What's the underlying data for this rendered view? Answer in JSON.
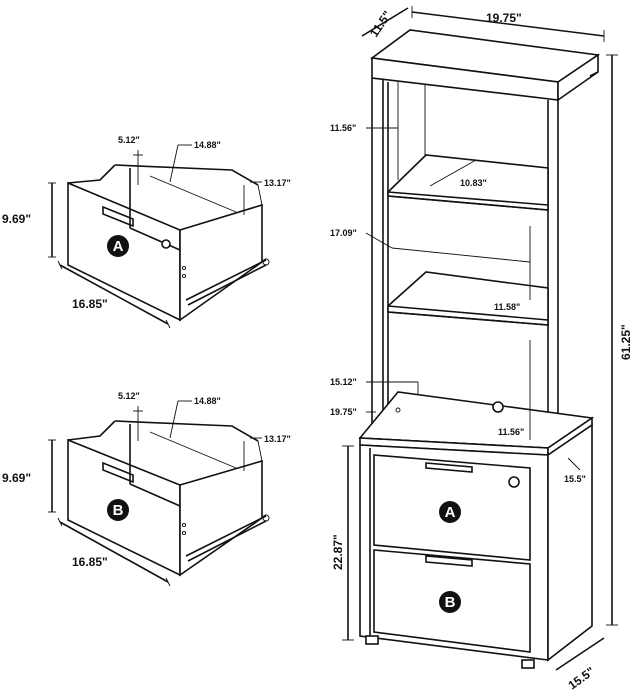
{
  "drawer_a": {
    "badge": "A",
    "height": "9.69\"",
    "width": "16.85\"",
    "inner_depth": "5.12\"",
    "inner_width": "14.88\"",
    "inner_length": "13.17\""
  },
  "drawer_b": {
    "badge": "B",
    "height": "9.69\"",
    "width": "16.85\"",
    "inner_depth": "5.12\"",
    "inner_width": "14.88\"",
    "inner_length": "13.17\""
  },
  "cabinet": {
    "top_depth": "11.5\"",
    "top_width": "19.75\"",
    "total_height": "61.25\"",
    "shelf1_height": "11.56\"",
    "shelf_depth": "10.83\"",
    "shelf_width": "17.09\"",
    "shelf2_height": "11.58\"",
    "shelf3_width": "15.12\"",
    "desk_width": "19.75\"",
    "shelf3_height": "11.56\"",
    "base_depth_side": "15.5\"",
    "base_height": "22.87\"",
    "base_depth": "15.5\"",
    "drawer_top_badge": "A",
    "drawer_bottom_badge": "B"
  }
}
